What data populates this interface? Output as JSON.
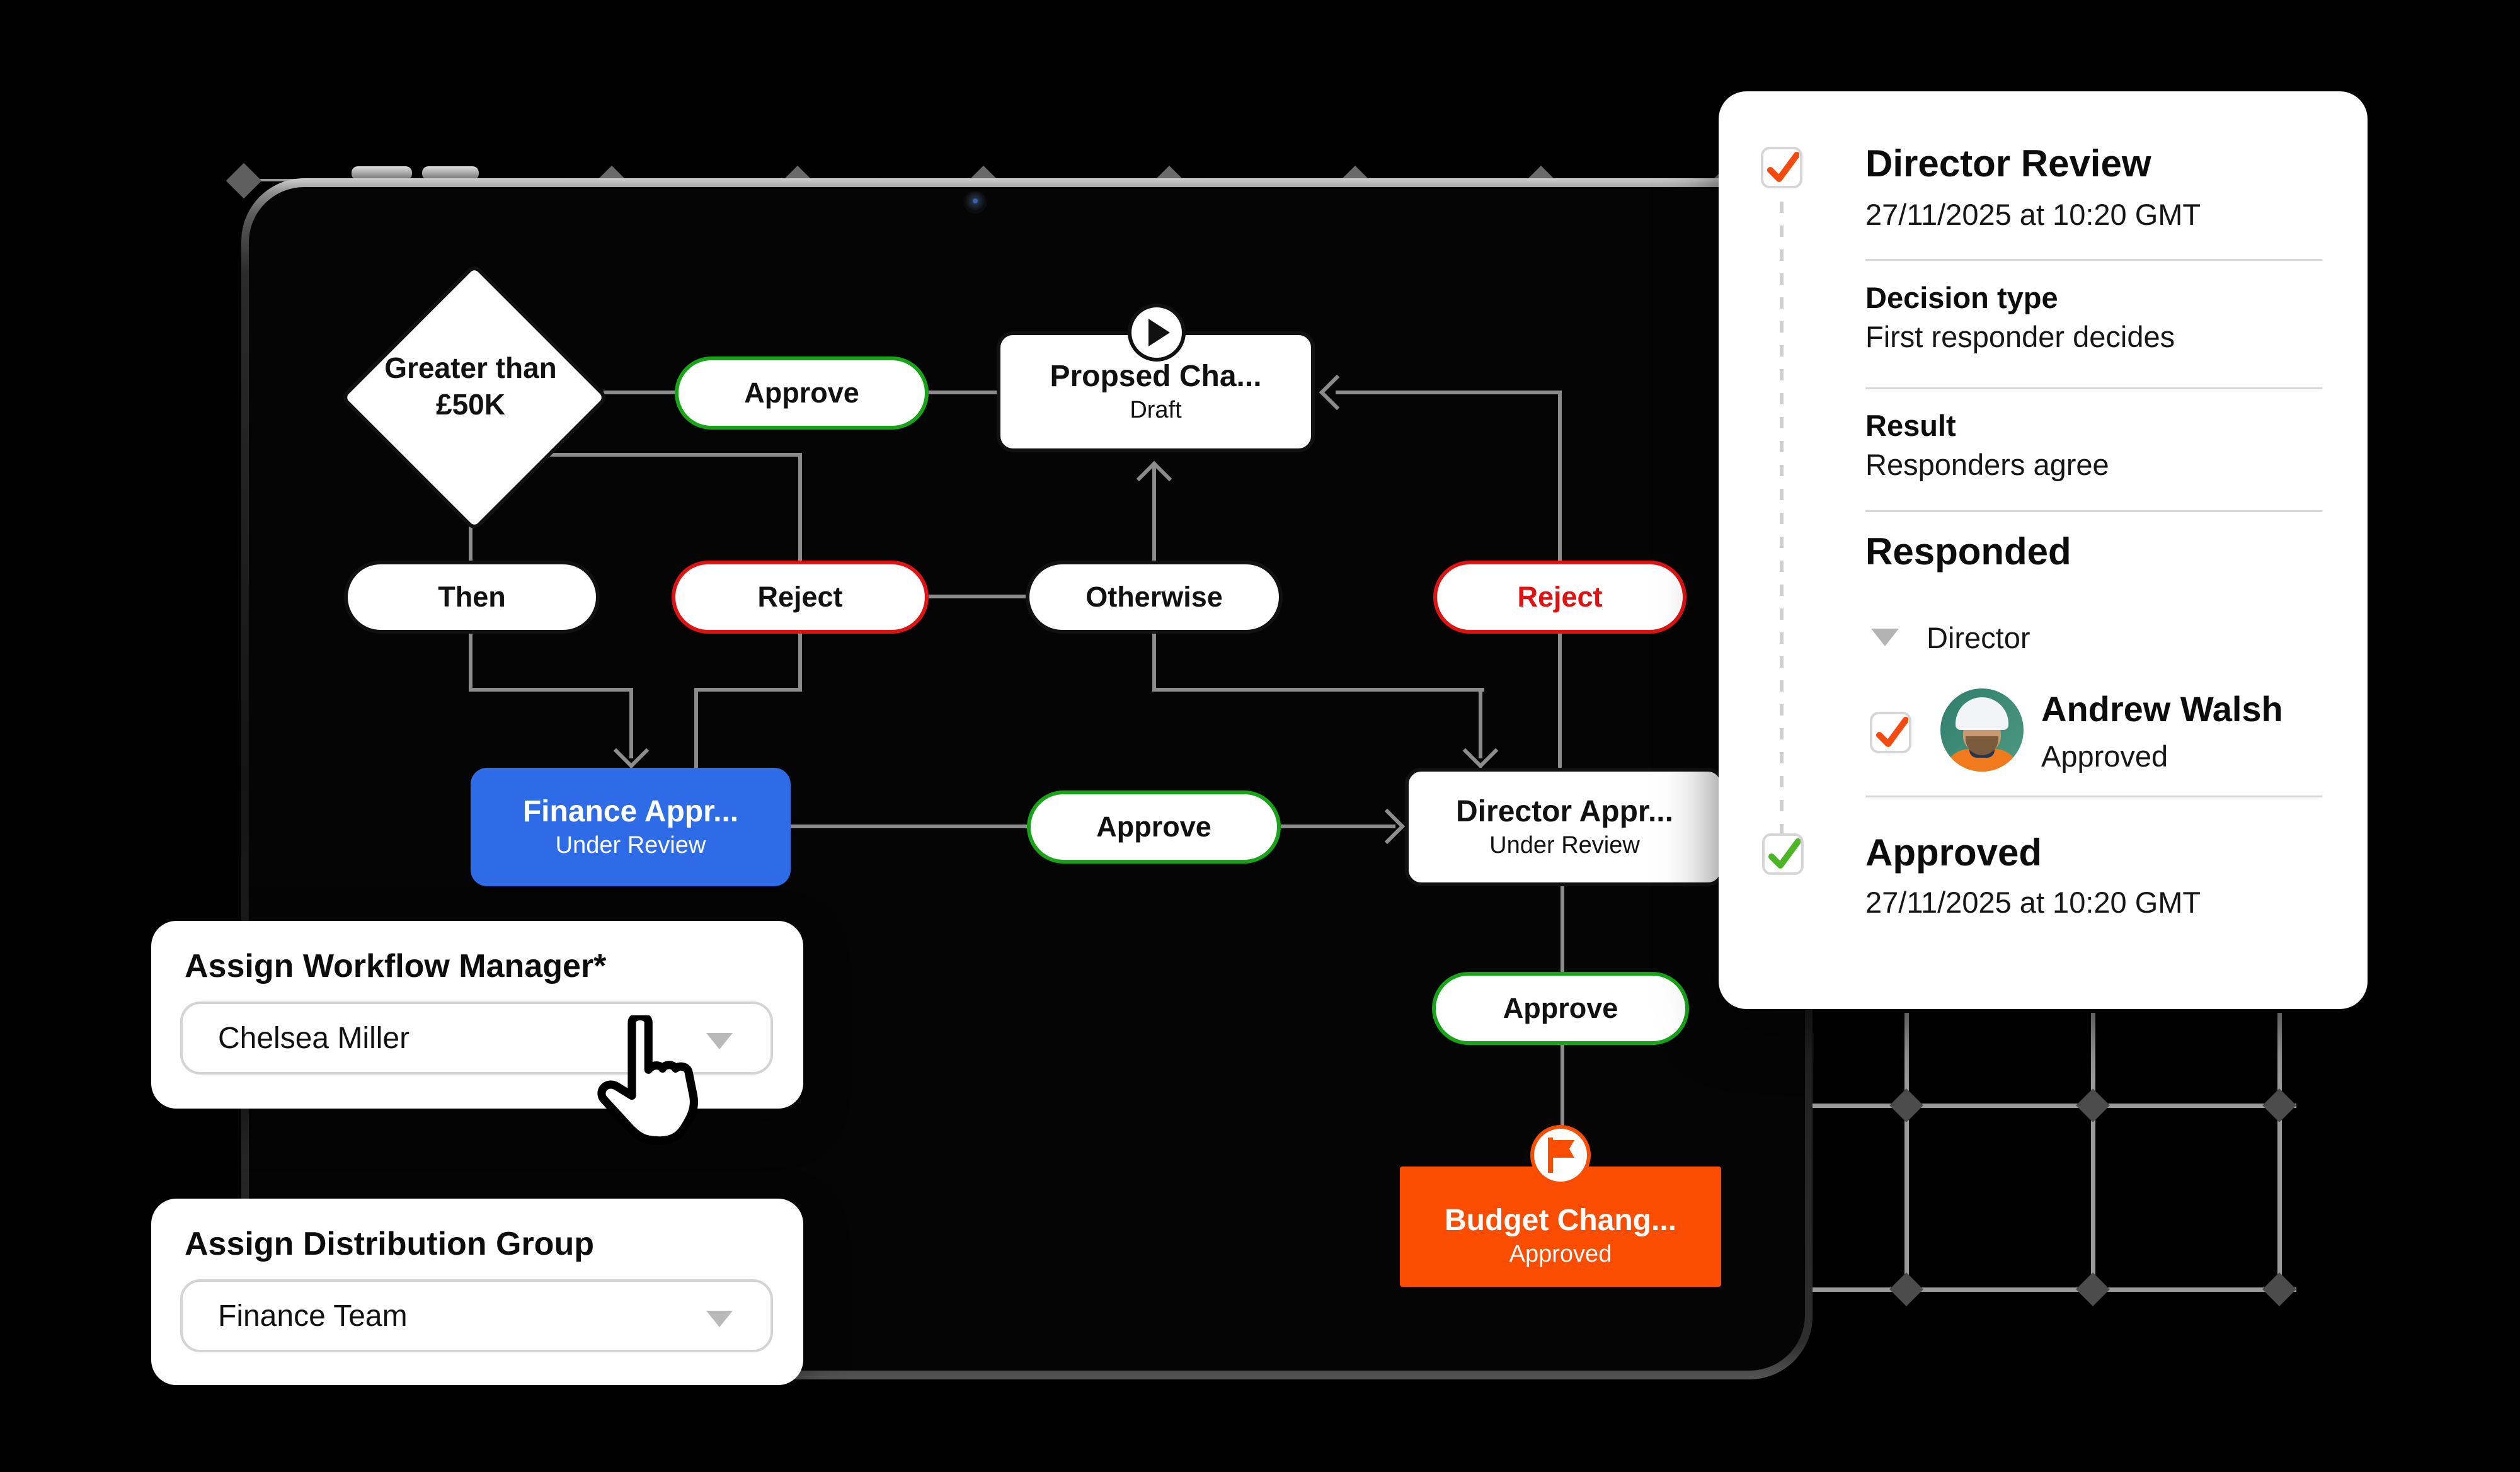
{
  "flowchart": {
    "decision": {
      "line1": "Greater than",
      "line2": "£50K"
    },
    "pills": {
      "approve1": "Approve",
      "then": "Then",
      "reject1": "Reject",
      "otherwise": "Otherwise",
      "reject2": "Reject",
      "approve2": "Approve",
      "approve3": "Approve"
    },
    "nodes": {
      "proposed": {
        "title": "Propsed Cha...",
        "subtitle": "Draft"
      },
      "finance": {
        "title": "Finance Appr...",
        "subtitle": "Under Review"
      },
      "director": {
        "title": "Director Appr...",
        "subtitle": "Under Review"
      },
      "budget": {
        "title": "Budget Chang...",
        "subtitle": "Approved"
      }
    }
  },
  "detail_card": {
    "title": "Director Review",
    "timestamp": "27/11/2025 at 10:20 GMT",
    "decision_type_label": "Decision type",
    "decision_type_value": "First responder decides",
    "result_label": "Result",
    "result_value": "Responders agree",
    "responded_label": "Responded",
    "group_label": "Director",
    "responder": {
      "name": "Andrew Walsh",
      "status": "Approved"
    },
    "approved_title": "Approved",
    "approved_timestamp": "27/11/2025 at 10:20 GMT"
  },
  "assign_manager_card": {
    "title": "Assign Workflow Manager*",
    "value": "Chelsea Miller"
  },
  "assign_group_card": {
    "title": "Assign Distribution Group",
    "value": "Finance Team"
  },
  "colors": {
    "node_blue": "#2e6be6",
    "node_orange": "#fb4d00",
    "pill_green": "#17a417",
    "pill_red": "#e11212",
    "check_orange": "#f4490f",
    "check_green": "#4cb526",
    "connector_gray": "#8c8c8c",
    "screen_gray": "#e6e6e8"
  }
}
